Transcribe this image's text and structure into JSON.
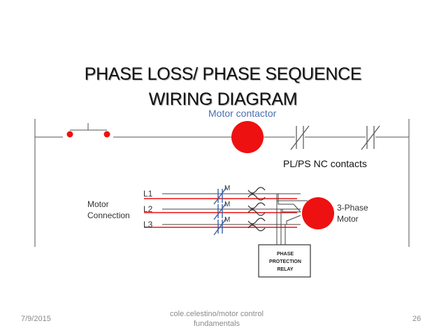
{
  "slide": {
    "title_line1": "PHASE LOSS/ PHASE SEQUENCE",
    "title_line2": "WIRING DIAGRAM",
    "motor_contactor_label": "Motor contactor",
    "nc_contacts_label": "PL/PS NC contacts"
  },
  "diagram": {
    "motor_connection_line1": "Motor",
    "motor_connection_line2": "Connection",
    "phases": [
      "L1",
      "L2",
      "L3"
    ],
    "contact_marks": [
      "M",
      "M",
      "M"
    ],
    "motor_label_line1": "3-Phase",
    "motor_label_line2": "Motor",
    "relay_line1": "PHASE",
    "relay_line2": "PROTECTION",
    "relay_line3": "RELAY"
  },
  "footer": {
    "date": "7/9/2015",
    "source_line1": "cole.celestino/motor control",
    "source_line2": "fundamentals",
    "page_number": "26"
  },
  "colors": {
    "red": "#ee1111",
    "line": "#444444",
    "blue_contact": "#3a5fa8"
  }
}
